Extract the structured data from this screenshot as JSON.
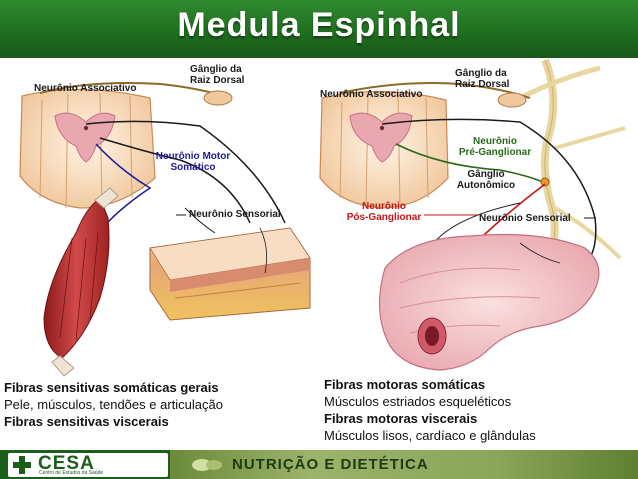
{
  "header": {
    "title": "Medula Espinhal"
  },
  "left_panel": {
    "ganglio_label": "Gânglio da\nRaiz Dorsal",
    "associativo_label": "Neurônio Associativo",
    "motor_label": "Neurônio Motor\nSomático",
    "sensorial_label": "Neurônio Sensorial"
  },
  "right_panel": {
    "ganglio_label": "Gânglio da\nRaiz Dorsal",
    "associativo_label": "Neurônio Associativo",
    "pre_ganglionar_label": "Neurônio\nPré-Ganglionar",
    "ganglio_autonomico_label": "Gânglio\nAutonômico",
    "pos_ganglionar_label": "Neurônio\nPós-Ganglionar",
    "sensorial_label": "Neurônio Sensorial"
  },
  "captions": {
    "left": [
      "Fibras sensitivas somáticas gerais",
      "Pele, músculos, tendões e articulação",
      "Fibras sensitivas viscerais"
    ],
    "right": [
      "Fibras motoras somáticas",
      "Músculos estriados esqueléticos",
      "Fibras motoras viscerais",
      "Músculos lisos, cardíaco e glândulas"
    ]
  },
  "footer": {
    "logo_text": "CESA",
    "logo_sub": "Centro de Estudos da Saúde",
    "title": "NUTRIÇÃO E DIETÉTICA"
  },
  "colors": {
    "header_green": "#1f6d1f",
    "motor_blue": "#1d1d9a",
    "sensory_black": "#1a1a1a",
    "preganglionic_green": "#2a6a1a",
    "postganglionic_red": "#c81414",
    "tissue_pink": "#f2c4c4"
  }
}
